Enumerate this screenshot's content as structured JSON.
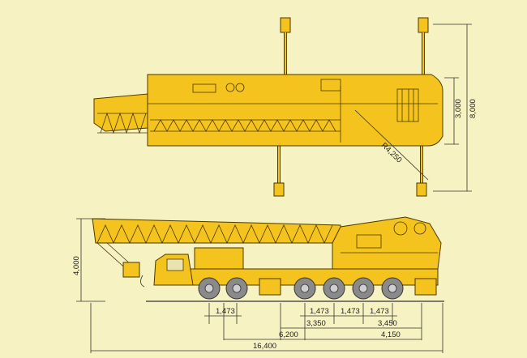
{
  "colors": {
    "background": "#f7f2c2",
    "crane_body": "#f4c31d",
    "outline": "#4a3a00",
    "tire": "#8a8a8a"
  },
  "top_view": {
    "dims": {
      "width_extended": "8,000",
      "width_retracted": "3,000",
      "tail_radius": "R4,250"
    }
  },
  "side_view": {
    "dims": {
      "height": "4,000",
      "axle_spacing_front": "1,473",
      "axle_spacing_mid_a": "1,473",
      "axle_spacing_mid_b": "1,473",
      "axle_spacing_rear": "1,473",
      "span_a": "3,350",
      "span_b": "3,450",
      "span_c": "6,200",
      "span_d": "4,150",
      "overall_length": "16,400"
    }
  }
}
